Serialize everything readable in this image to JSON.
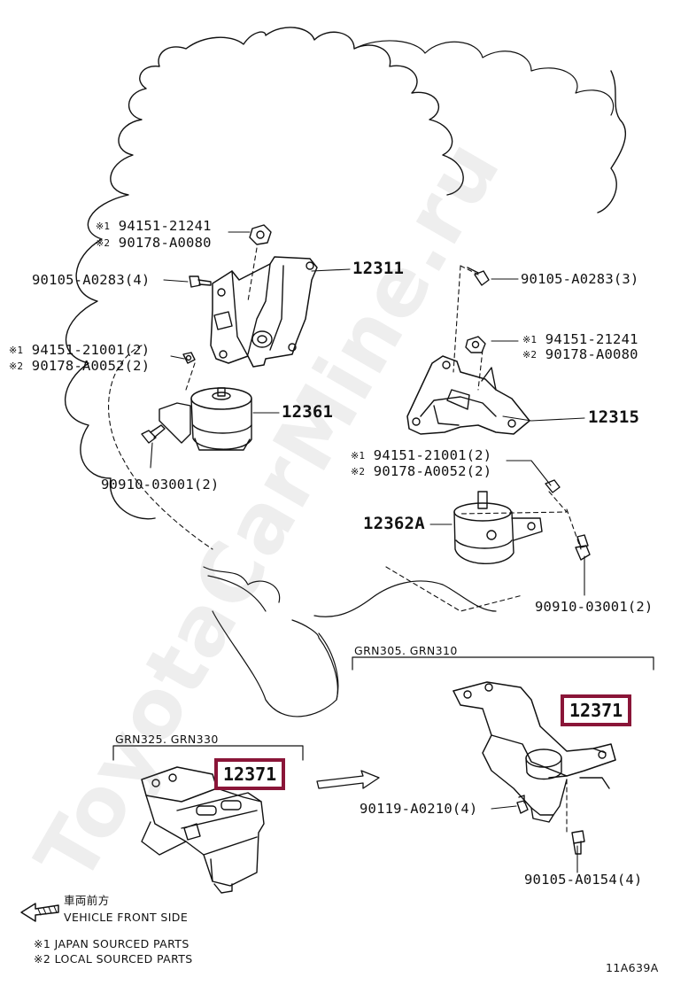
{
  "diagram": {
    "labels": {
      "b12311": "12311",
      "b12361": "12361",
      "b12315": "12315",
      "b12362a": "12362A",
      "p_90105_a0283_4": "90105-A0283(4)",
      "p_90105_a0283_3": "90105-A0283(3)",
      "p_90910_left": "90910-03001(2)",
      "p_90910_right": "90910-03001(2)",
      "p_90119": "90119-A0210(4)",
      "p_90105_a0154": "90105-A0154(4)",
      "m1": "※1",
      "m2": "※2",
      "p_94151_21241_a": "94151-21241",
      "p_90178_a0080_a": "90178-A0080",
      "p_94151_21001_a": "94151-21001(2)",
      "p_90178_a0052_a": "90178-A0052(2)",
      "p_94151_21241_b": "94151-21241",
      "p_90178_a0080_b": "90178-A0080",
      "p_94151_21001_b": "94151-21001(2)",
      "p_90178_a0052_b": "90178-A0052(2)"
    },
    "highlighted_parts": {
      "left": "12371",
      "right": "12371"
    },
    "groups": {
      "right": "GRN305. GRN310",
      "left": "GRN325. GRN330"
    },
    "legend": {
      "direction_jp": "車両前方",
      "direction_en": "VEHICLE FRONT SIDE",
      "note1": "※1 JAPAN SOURCED PARTS",
      "note2": "※2 LOCAL SOURCED PARTS"
    },
    "illustration_code": "11A639A",
    "watermark": "ToyotaCarMine.ru",
    "colors": {
      "highlight_box": "#8a1538",
      "line": "#111111"
    }
  }
}
